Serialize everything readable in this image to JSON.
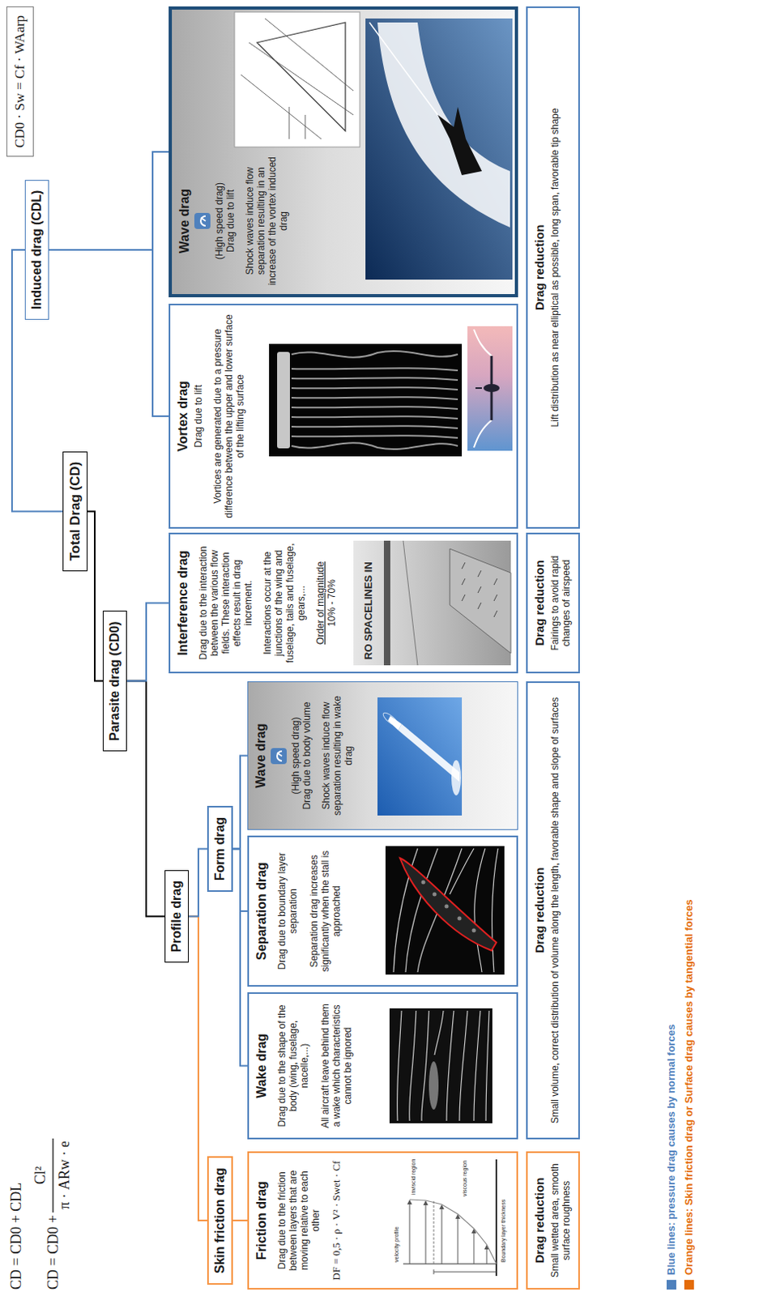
{
  "diagram": {
    "nodes": [
      {
        "text": [
          "Total Drag (CD)"
        ]
      },
      {
        "text": [
          "Parasite drag (CD0)"
        ]
      },
      {
        "text": [
          "Induced drag (CDL)"
        ]
      },
      {
        "text": [
          "Profile drag"
        ]
      },
      {
        "text": [
          "Skin friction drag"
        ]
      },
      {
        "text": [
          "Form drag"
        ]
      },
      {
        "text": [
          "Friction drag",
          "Drag due to the friction between layers that are moving relative to each other",
          "DF = 0,5 · ρ · V² · Swet · Cf"
        ]
      },
      {
        "text": [
          "Wake drag",
          "Drag due to the shape of the body (wing, fuselage, nacelle,...)",
          "All aircraft leave behind them a wake which characteristics cannot be ignored"
        ]
      },
      {
        "text": [
          "Separation drag",
          "Drag due to boundary layer separation",
          "Separation drag increases significantly when the stall is approached"
        ]
      },
      {
        "text": [
          "Wave drag",
          "(High speed drag)",
          "Drag due to body volume",
          "Shock waves induce flow separation resulting in wake drag"
        ]
      },
      {
        "text": [
          "Interference drag",
          "Drag due to the interaction between the various flow fields. These interaction effects result in drag increment.",
          "Interactions occur at the junctions of the wing and fuselage, tails and fuselage, gears,...",
          "Order of magnitude",
          "10% - 70%"
        ]
      },
      {
        "text": [
          "Vortex drag",
          "Drag due to lift",
          "Vortices are generated due to a pressure difference between the upper and lower surface of the lifting surface"
        ]
      },
      {
        "text": [
          "Wave drag",
          "(High speed drag)",
          "Drag due to lift",
          "Shock waves induce flow separation resulting in an increase of the vortex induced drag"
        ]
      },
      {
        "text": [
          "Drag reduction",
          "Small wetted area, smooth surface roughness"
        ]
      },
      {
        "text": [
          "Drag reduction",
          "Small volume, correct distribution of volume along the length, favorable shape and slope of surfaces"
        ]
      },
      {
        "text": [
          "Drag reduction",
          "Fairings to avoid rapid changes of airspeed"
        ]
      },
      {
        "text": [
          "Drag reduction",
          "Lift distribution as near elliptical as possible, long span, favorable tip shape"
        ]
      },
      {
        "text": [
          "CD0 · Sw = Cf · WAarp"
        ]
      }
    ],
    "edges": [
      {
        "from": 0,
        "to": 1,
        "arrow": "none"
      },
      {
        "from": 0,
        "to": 2,
        "arrow": "none"
      },
      {
        "from": 1,
        "to": 3,
        "arrow": "none"
      },
      {
        "from": 1,
        "to": 10,
        "arrow": "none"
      },
      {
        "from": 3,
        "to": 4,
        "arrow": "none"
      },
      {
        "from": 3,
        "to": 5,
        "arrow": "none"
      },
      {
        "from": 4,
        "to": 6,
        "arrow": "none"
      },
      {
        "from": 5,
        "to": 7,
        "arrow": "none"
      },
      {
        "from": 5,
        "to": 8,
        "arrow": "none"
      },
      {
        "from": 5,
        "to": 9,
        "arrow": "none"
      },
      {
        "from": 2,
        "to": 11,
        "arrow": "none"
      },
      {
        "from": 2,
        "to": 12,
        "arrow": "none"
      }
    ],
    "labels": [
      "CD = CD0 + CDL",
      "CD = CD0 +",
      "Cl²",
      "π · ARw · e",
      "velocity profile",
      "inviscid region",
      "viscous region",
      "Boundary layer thickness",
      "RO SPACELINES IN"
    ],
    "legend": [
      {
        "text": "Blue lines: pressure drag causes by normal forces",
        "color": "#4f81bd"
      },
      {
        "text": "Orange lines: Skin friction drag or Surface drag causes by tangential forces",
        "color": "#e46c0a"
      }
    ]
  }
}
